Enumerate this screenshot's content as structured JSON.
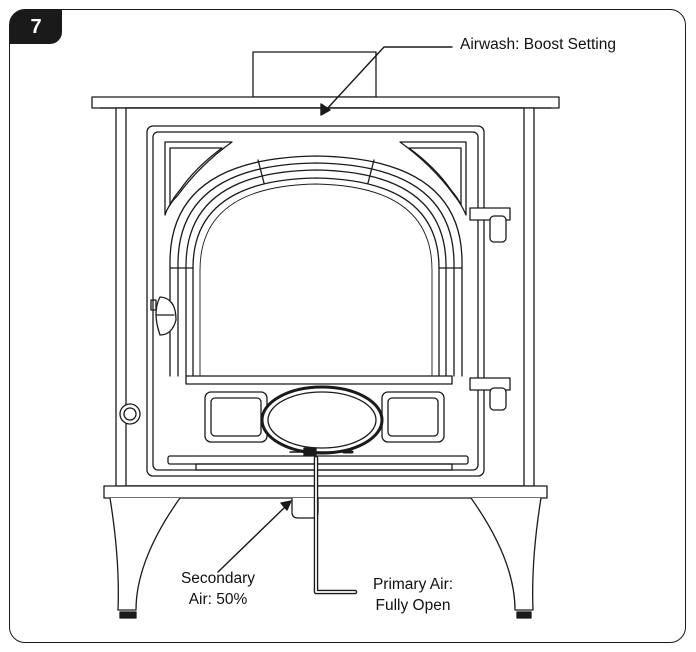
{
  "figure": {
    "step_number": "7",
    "labels": {
      "airwash": "Airwash: Boost Setting",
      "secondary_line1": "Secondary",
      "secondary_line2": "Air: 50%",
      "primary_line1": "Primary Air:",
      "primary_line2": "Fully Open"
    }
  }
}
